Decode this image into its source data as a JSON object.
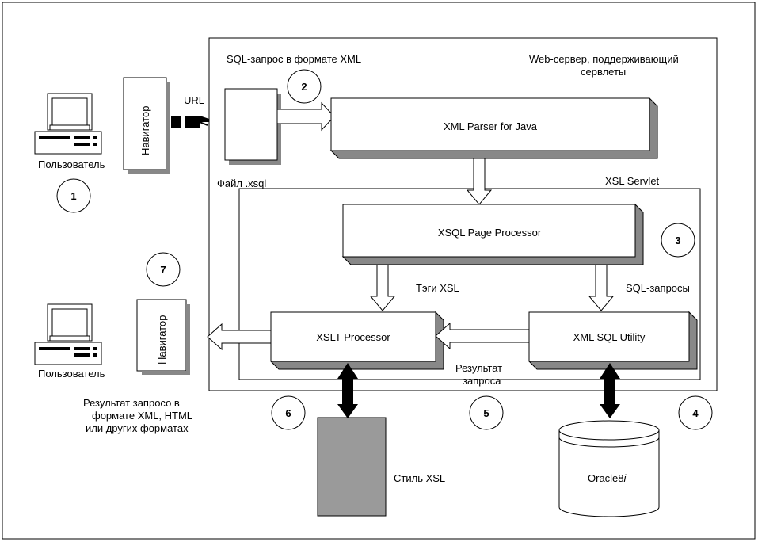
{
  "labels": {
    "user_top": "Пользователь",
    "user_bottom": "Пользователь",
    "navigator_top": "Навигатор",
    "navigator_bottom": "Навигатор",
    "url": "URL",
    "sql_request_xml": "SQL-запрос в формате XML",
    "web_server_line1": "Web-сервер, поддерживающий",
    "web_server_line2": "сервлеты",
    "xml_parser": "XML Parser for Java",
    "xsql_file": "Файл .xsql",
    "xsl_servlet": "XSL Servlet",
    "xsql_page_processor": "XSQL Page Processor",
    "xsl_tags": "Тэги XSL",
    "sql_queries": "SQL-запросы",
    "xslt_processor": "XSLT Processor",
    "xml_sql_utility": "XML SQL Utility",
    "query_result_line1": "Результат",
    "query_result_line2": "запроса",
    "result_line1": "Результат запросо в",
    "result_line2": "формате XML, HTML",
    "result_line3": "или других форматах",
    "xsl_style": "Стиль XSL",
    "oracle": "Oracle8",
    "oracle_suffix": "i"
  },
  "steps": [
    "1",
    "2",
    "3",
    "4",
    "5",
    "6",
    "7"
  ]
}
